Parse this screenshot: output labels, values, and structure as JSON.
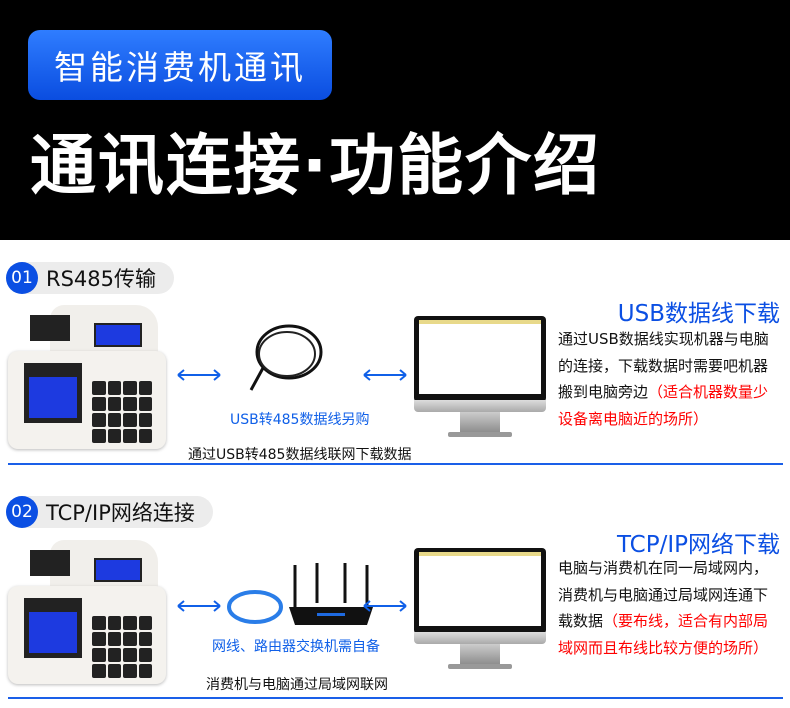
{
  "header": {
    "tag": "智能消费机通讯",
    "title": "通讯连接·功能介绍"
  },
  "sections": [
    {
      "num": "01",
      "label": "RS485传输",
      "product_caption": "USB转485数据线另购",
      "bottom_caption": "通过USB转485数据线联网下载数据",
      "right_title": "USB数据线下载",
      "desc": "通过USB数据线实现机器与电脑的连接，下载数据时需要吧机器搬到电脑旁边",
      "note": "（适合机器数量少设备离电脑近的场所）"
    },
    {
      "num": "02",
      "label": "TCP/IP网络连接",
      "product_caption": "网线、路由器交换机需自备",
      "bottom_caption": "消费机与电脑通过局域网联网",
      "right_title": "TCP/IP网络下载",
      "desc": "电脑与消费机在同一局域网内，消费机与电脑通过局域网连通下载数据",
      "note": "（要布线，适合有内部局域网而且布线比较方便的场所）"
    }
  ],
  "colors": {
    "accent": "#0b4fe3",
    "note": "#ff0000",
    "header_bg": "#000000"
  }
}
